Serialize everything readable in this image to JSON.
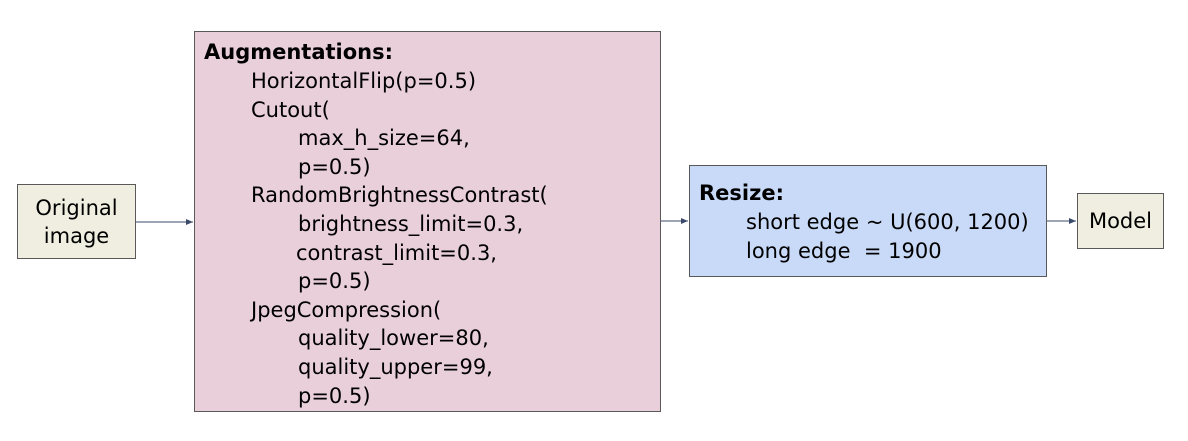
{
  "nodes": {
    "original": {
      "label": "Original\nimage",
      "fill": "#efeee0"
    },
    "augmentations": {
      "title": "Augmentations:",
      "fill": "#e9cfda",
      "lines": [
        "HorizontalFlip(p=0.5)",
        "Cutout(",
        "max_h_size=64,",
        "p=0.5)",
        "RandomBrightnessContrast(",
        "brightness_limit=0.3,",
        "contrast_limit=0.3,",
        "p=0.5)",
        "JpegCompression(",
        "quality_lower=80,",
        "quality_upper=99,",
        "p=0.5)"
      ]
    },
    "resize": {
      "title": "Resize:",
      "fill": "#c9daf8",
      "lines": [
        "short edge ~ U(600, 1200)",
        "long edge  = 1900"
      ]
    },
    "model": {
      "label": "Model",
      "fill": "#efeee0"
    }
  },
  "colors": {
    "border": "#595959",
    "arrow": "#3b4a6b"
  }
}
